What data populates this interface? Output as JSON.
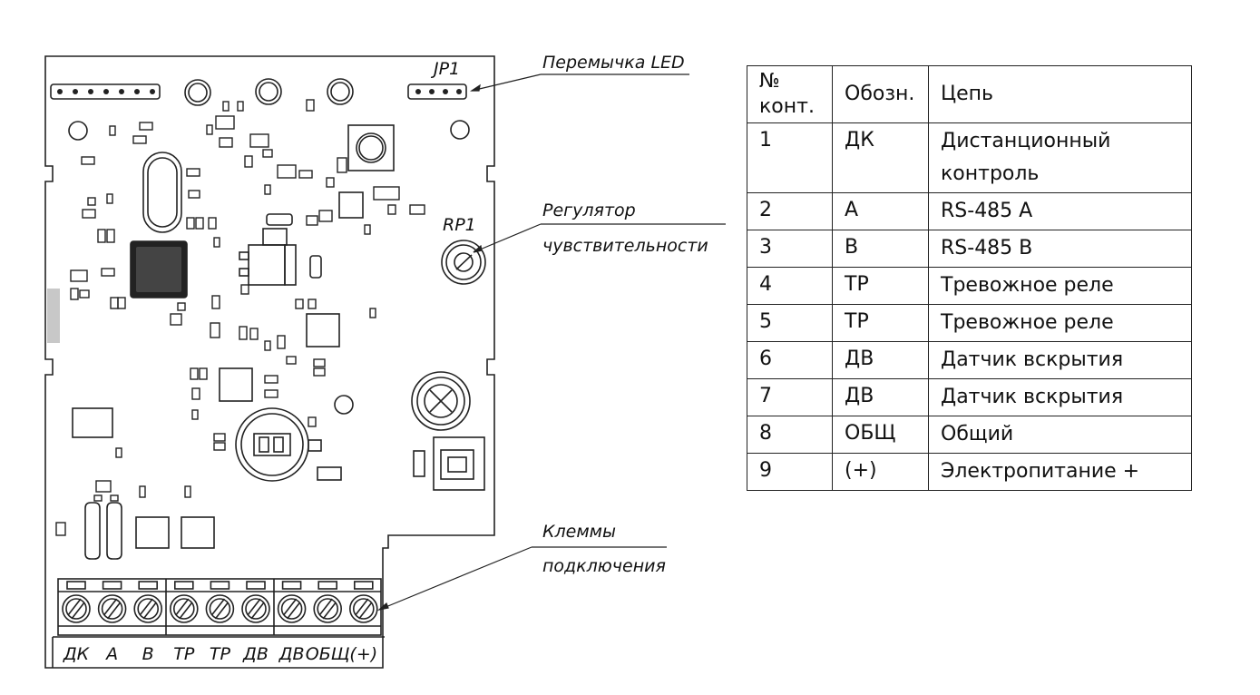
{
  "callouts": {
    "jp1": "JP1",
    "led_jumper": "Перемычка LED",
    "rp1": "RP1",
    "regulator_line1": "Регулятор",
    "regulator_line2": "чувствительности",
    "terminals_line1": "Клеммы",
    "terminals_line2": "подключения"
  },
  "terminal_labels": [
    "ДК",
    "A",
    "B",
    "ТР",
    "ТР",
    "ДВ",
    "ДВ",
    "ОБЩ",
    "(+)"
  ],
  "table": {
    "headers": {
      "num": "№ конт.",
      "code": "Обозн.",
      "circuit": "Цепь"
    },
    "rows": [
      {
        "num": "1",
        "code": "ДК",
        "circuit": "Дистанционный контроль"
      },
      {
        "num": "2",
        "code": "А",
        "circuit": "RS-485 A"
      },
      {
        "num": "3",
        "code": "В",
        "circuit": "RS-485 B"
      },
      {
        "num": "4",
        "code": "ТР",
        "circuit": "Тревожное реле"
      },
      {
        "num": "5",
        "code": "ТР",
        "circuit": "Тревожное реле"
      },
      {
        "num": "6",
        "code": "ДВ",
        "circuit": "Датчик вскрытия"
      },
      {
        "num": "7",
        "code": "ДВ",
        "circuit": "Датчик вскрытия"
      },
      {
        "num": "8",
        "code": "ОБЩ",
        "circuit": "Общий"
      },
      {
        "num": "9",
        "code": "(+)",
        "circuit": "Электропитание +"
      }
    ]
  }
}
